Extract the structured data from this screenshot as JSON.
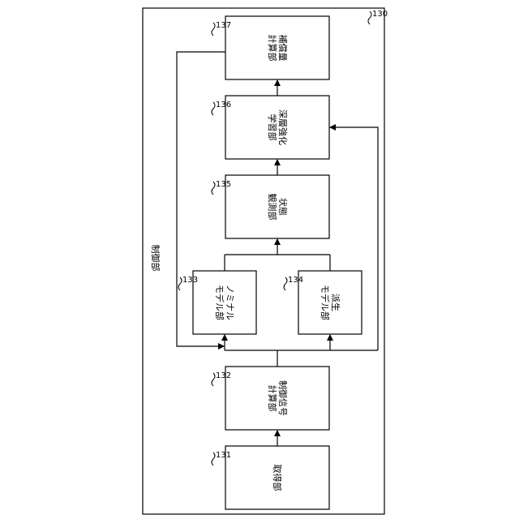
{
  "diagram": {
    "container": {
      "label": "制御部",
      "ref": "130"
    },
    "blocks": [
      {
        "id": "137",
        "ref": "137",
        "lines": [
          "補償量",
          "計算部"
        ]
      },
      {
        "id": "136",
        "ref": "136",
        "lines": [
          "深層強化",
          "学習部"
        ]
      },
      {
        "id": "135",
        "ref": "135",
        "lines": [
          "状態",
          "観測部"
        ]
      },
      {
        "id": "133",
        "ref": "133",
        "lines": [
          "ノミナル",
          "モデル部"
        ]
      },
      {
        "id": "134",
        "ref": "134",
        "lines": [
          "派生",
          "モデル部"
        ]
      },
      {
        "id": "132",
        "ref": "132",
        "lines": [
          "制御信号",
          "計算部"
        ]
      },
      {
        "id": "131",
        "ref": "131",
        "lines": [
          "取得部"
        ]
      }
    ]
  }
}
